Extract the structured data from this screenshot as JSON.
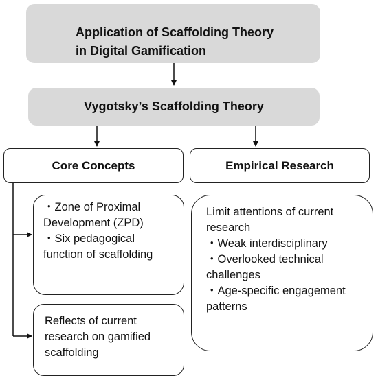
{
  "top_box": {
    "line1": "Application of Scaffolding Theory",
    "line2": "in Digital Gamification"
  },
  "theory_box": {
    "label": "Vygotsky’s Scaffolding Theory"
  },
  "core_concepts": {
    "label": "Core Concepts",
    "zpd_box": {
      "lines": [
        "・Zone of Proximal",
        "Development (ZPD)",
        "・Six pedagogical",
        "function of scaffolding"
      ]
    },
    "reflects_box": {
      "lines": [
        "Reflects of current",
        "research on gamified",
        "scaffolding"
      ]
    }
  },
  "empirical_research": {
    "label": "Empirical Research",
    "detail_box": {
      "lines": [
        "Limit attentions of current",
        "research",
        "・Weak interdisciplinary",
        "・Overlooked technical",
        "challenges",
        "・Age-specific engagement",
        "patterns"
      ]
    }
  },
  "colors": {
    "gray_fill": "#d9d9d9",
    "stroke": "#222222"
  }
}
